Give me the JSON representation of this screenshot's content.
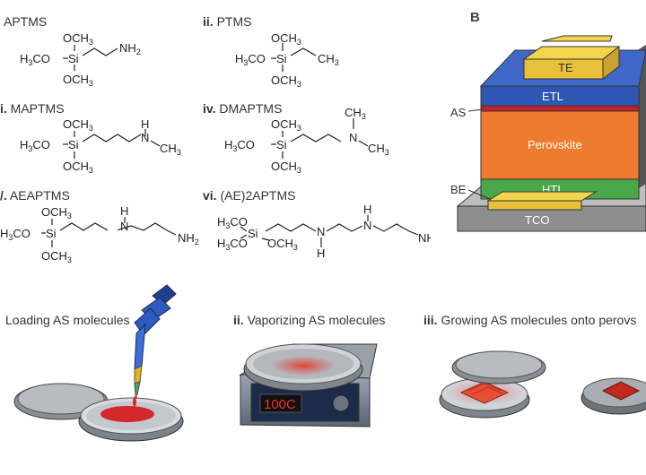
{
  "panel_b": {
    "letter": "B"
  },
  "molecules": [
    {
      "prefix": "",
      "name": "APTMS"
    },
    {
      "prefix": "ii.",
      "name": "PTMS"
    },
    {
      "prefix": "i.",
      "name": "MAPTMS"
    },
    {
      "prefix": "iv.",
      "name": "DMAPTMS"
    },
    {
      "prefix": "/.",
      "name": "AEAPTMS"
    },
    {
      "prefix": "vi.",
      "name": "(AE)2APTMS"
    }
  ],
  "chem_atoms": {
    "si": "Si",
    "och3": "OCH3",
    "h3co": "H3CO",
    "nh2": "NH2",
    "ch3": "CH3",
    "n": "N",
    "h": "H",
    "h3c_o": "H3CO"
  },
  "device_layers": {
    "te": "TE",
    "etl": "ETL",
    "as": "AS",
    "perovskite": "Perovskite",
    "be": "BE",
    "htl": "HTL",
    "tco": "TCO"
  },
  "steps": [
    {
      "prefix": "",
      "text": "Loading AS molecules"
    },
    {
      "prefix": "ii.",
      "text": "Vaporizing AS molecules"
    },
    {
      "prefix": "iii.",
      "text": "Growing AS molecules onto perovs"
    }
  ],
  "hotplate_display": "100C",
  "colors": {
    "te": "#f6d54e",
    "etl": "#2e57b5",
    "as": "#c2212b",
    "perovskite": "#ef7b2f",
    "htl": "#4aa84a",
    "tco": "#8e8e8e",
    "liquid": "#d4282b",
    "syringe": "#2d5bc0"
  }
}
